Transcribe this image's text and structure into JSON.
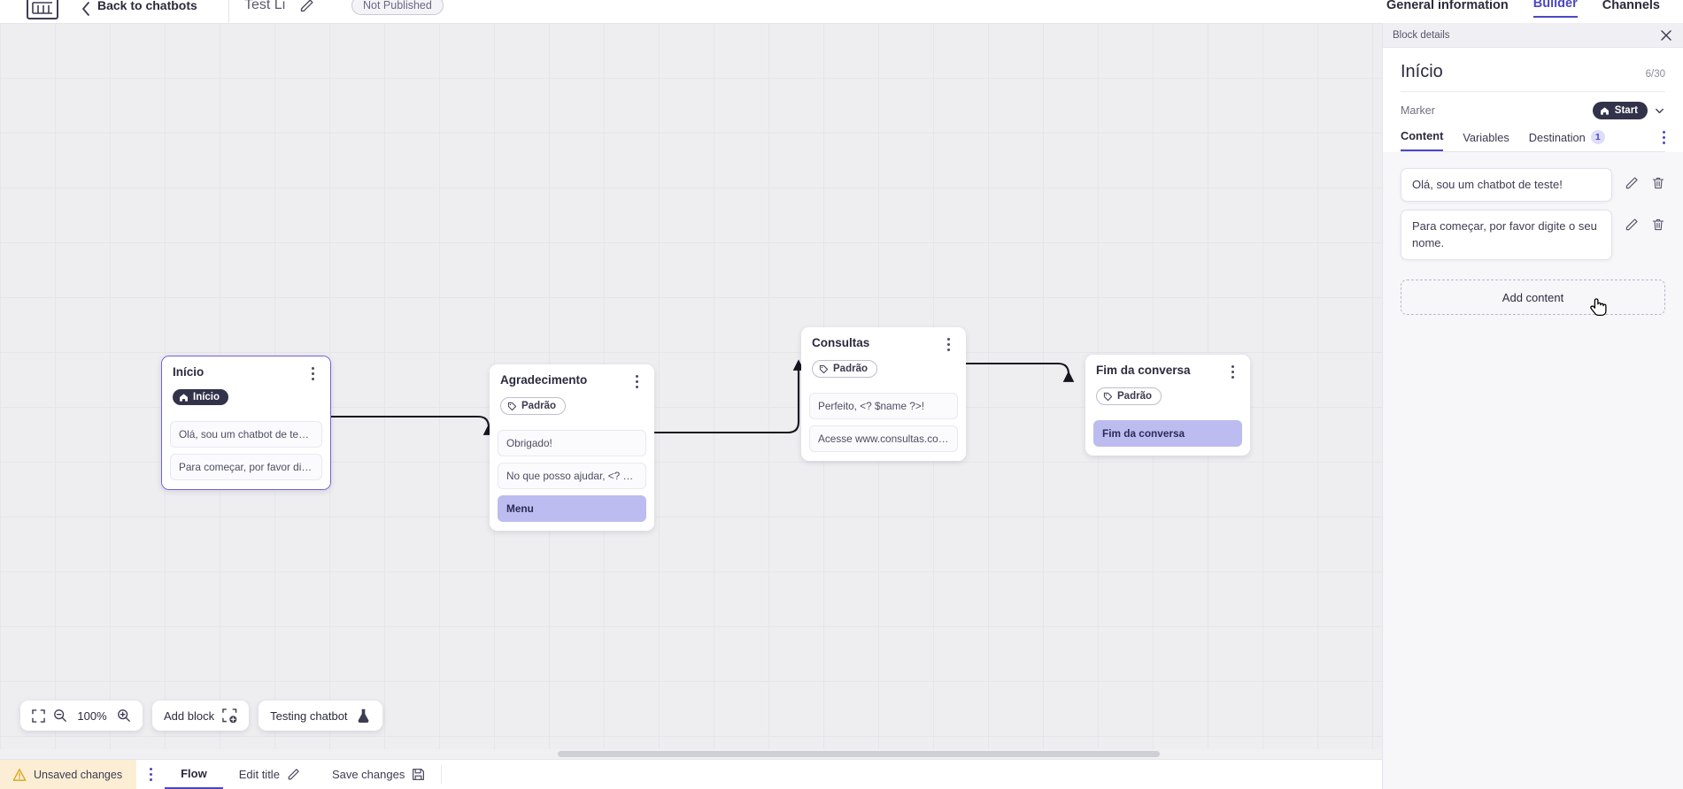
{
  "topbar": {
    "logo_icon": "brand-logo-icon",
    "back_icon": "chevron-left-icon",
    "back_label": "Back to chatbots",
    "bot_title": "Test Li",
    "edit_title_icon": "pencil-icon",
    "publish_status": "Not Published",
    "tabs": [
      {
        "label": "General information",
        "active": false
      },
      {
        "label": "Builder",
        "active": true
      },
      {
        "label": "Channels",
        "active": false
      }
    ]
  },
  "canvas": {
    "zoom_toolbar": {
      "fit_icon": "fit-screen-icon",
      "zoom_out_icon": "zoom-out-icon",
      "zoom_level": "100%",
      "zoom_in_icon": "zoom-in-icon"
    },
    "add_block": {
      "label": "Add block",
      "icon": "add-block-icon"
    },
    "testing_chatbot": {
      "label": "Testing chatbot",
      "icon": "flask-icon"
    },
    "nodes": [
      {
        "title": "Início",
        "badge": "Início",
        "badge_type": "start",
        "badge_icon": "home-icon",
        "selected": true,
        "items": [
          {
            "text": "Olá, sou um chatbot de teste!",
            "highlight": false
          },
          {
            "text": "Para começar, por favor digite o ...",
            "highlight": false
          }
        ]
      },
      {
        "title": "Agradecimento",
        "badge": "Padrão",
        "badge_type": "default",
        "badge_icon": "tag-icon",
        "selected": false,
        "items": [
          {
            "text": "Obrigado!",
            "highlight": false
          },
          {
            "text": "No que posso ajudar, <? $name ...",
            "highlight": false
          },
          {
            "text": "Menu",
            "highlight": true
          }
        ]
      },
      {
        "title": "Consultas",
        "badge": "Padrão",
        "badge_type": "default",
        "badge_icon": "tag-icon",
        "selected": false,
        "items": [
          {
            "text": "Perfeito, <? $name ?>!",
            "highlight": false
          },
          {
            "text": "Acesse www.consultas.com par...",
            "highlight": false
          }
        ]
      },
      {
        "title": "Fim da conversa",
        "badge": "Padrão",
        "badge_type": "default",
        "badge_icon": "tag-icon",
        "selected": false,
        "items": [
          {
            "text": "Fim da conversa",
            "highlight": true
          }
        ]
      }
    ]
  },
  "panel": {
    "bar_title": "Block details",
    "close_icon": "close-icon",
    "title": "Início",
    "counter": "6/30",
    "marker_label": "Marker",
    "marker_value": "Start",
    "marker_icon": "home-icon",
    "marker_chevron": "chevron-down-icon",
    "tabs": [
      {
        "label": "Content",
        "active": true,
        "count": null
      },
      {
        "label": "Variables",
        "active": false,
        "count": null
      },
      {
        "label": "Destination",
        "active": false,
        "count": "1"
      }
    ],
    "overflow_icon": "kebab-menu-icon",
    "content_items": [
      {
        "text": "Olá, sou um chatbot de teste!",
        "edit_icon": "pencil-icon",
        "delete_icon": "trash-icon"
      },
      {
        "text": "Para começar, por favor digite o seu nome.",
        "edit_icon": "pencil-icon",
        "delete_icon": "trash-icon"
      }
    ],
    "add_content_label": "Add content"
  },
  "bottombar": {
    "unsaved_label": "Unsaved changes",
    "unsaved_icon": "warning-triangle-icon",
    "kebab_icon": "kebab-menu-icon",
    "flow_label": "Flow",
    "edit_title_label": "Edit title",
    "edit_title_icon": "pencil-icon",
    "save_label": "Save changes",
    "save_icon": "save-disk-icon"
  },
  "colors": {
    "accent": "#4b47c4",
    "node_highlight": "#bcbcf0",
    "badge_dark": "#32324a",
    "warning_bg": "#fbeed4"
  }
}
